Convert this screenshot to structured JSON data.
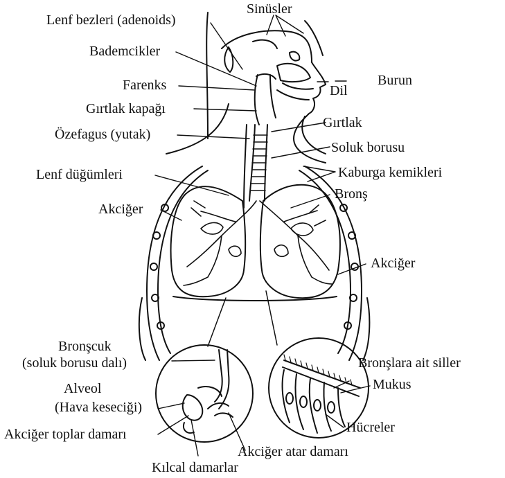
{
  "labels": {
    "sinusler": "Sinüsler",
    "lenf_bezleri": "Lenf bezleri (adenoids)",
    "bademcikler": "Bademcikler",
    "burun": "Burun",
    "farenks": "Farenks",
    "dil": "Dil",
    "girtlak_kapagi": "Gırtlak kapağı",
    "girtlak": "Gırtlak",
    "ozefagus": "Özefagus (yutak)",
    "soluk_borusu": "Soluk borusu",
    "lenf_dugumleri": "Lenf düğümleri",
    "kaburga": "Kaburga kemikleri",
    "bronş": "Bronş",
    "akciger_sol": "Akciğer",
    "akciger_sag": "Akciğer",
    "bronscuk_1": "Bronşcuk",
    "bronscuk_2": "(soluk borusu dalı)",
    "bronslara_ait_siller": "Bronşlara ait siller",
    "mukus": "Mukus",
    "alveol_1": "Alveol",
    "alveol_2": "(Hava keseciği)",
    "hucreler": "Hücreler",
    "toplar_damar": "Akciğer toplar damarı",
    "atar_damar": "Akciğer atar damarı",
    "kilcal": "Kılcal damarlar"
  },
  "colors": {
    "ink": "#111111",
    "paper": "#ffffff"
  }
}
